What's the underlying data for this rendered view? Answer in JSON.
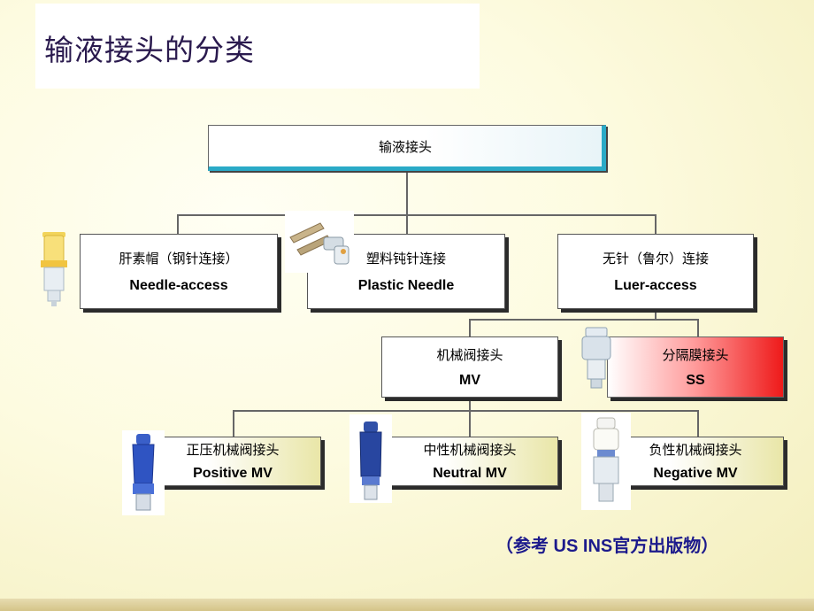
{
  "slide": {
    "title": "输液接头的分类",
    "reference": "（参考 US INS官方出版物）"
  },
  "diagram": {
    "root": {
      "label": "输液接头"
    },
    "level1": [
      {
        "cn": "肝素帽（钢针连接）",
        "en": "Needle-access"
      },
      {
        "cn": "塑料钝针连接",
        "en": "Plastic Needle"
      },
      {
        "cn": "无针（鲁尔）连接",
        "en": "Luer-access"
      }
    ],
    "level2": [
      {
        "cn": "机械阀接头",
        "en": "MV"
      },
      {
        "cn": "分隔膜接头",
        "en": "SS"
      }
    ],
    "level3": [
      {
        "cn": "正压机械阀接头",
        "en": "Positive MV"
      },
      {
        "cn": "中性机械阀接头",
        "en": "Neutral MV"
      },
      {
        "cn": "负性机械阀接头",
        "en": "Negative MV"
      }
    ]
  },
  "colors": {
    "title": "#2a1a4e",
    "reference": "#1c1a8c",
    "highlight": "#ee1a1a",
    "root_accent": "#2aaac7"
  },
  "icons": [
    "yellow-heparin-cap-image",
    "plastic-blunt-needle-image",
    "clear-split-septum-connector-image",
    "blue-positive-valve-image",
    "blue-neutral-valve-image",
    "clear-negative-valve-image"
  ]
}
